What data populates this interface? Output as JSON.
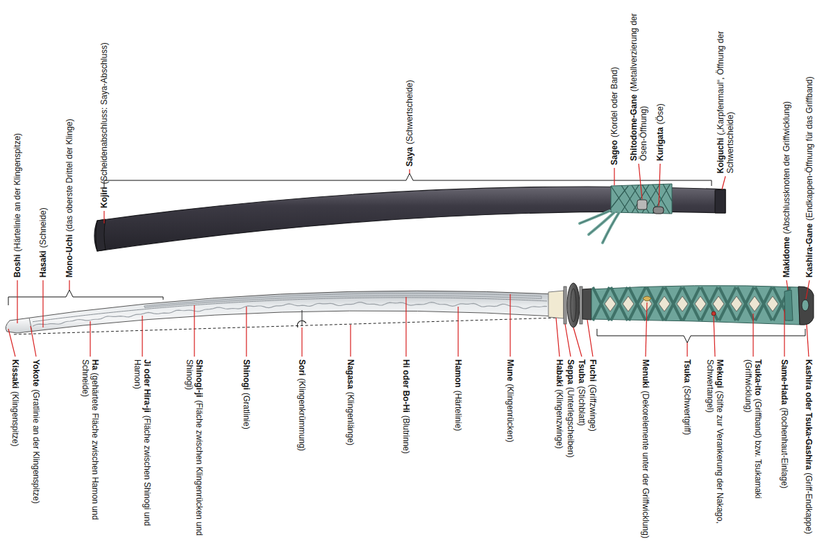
{
  "diagram": {
    "labels": [
      "Boshi",
      "(Härtelinie an der Klingenspitze)",
      "Hasaki",
      "(Schneide)",
      "Mono-Uchi",
      "(das oberste Drittel der Klinge)",
      "Kojiri",
      "(Scheidenabschluss: Saya-Abschluss)",
      "Saya",
      "(Schwertscheide)",
      "Sageo",
      "(Kordel oder Band)",
      "Shitodome-Gane",
      "(Metallverzierung der Ösen-Öffnung)",
      "Kurigata",
      "(Öse)",
      "Koiguchi",
      "(„Karpfenmaul“, Öffnung der Schwertscheide)",
      "Makidome",
      "(Abschlussknoten der Griffwicklung)",
      "Kashira-Gane",
      "(Endkappen-Öffnung für das Griffband)",
      "Kissaki",
      "(Klingenspitze)",
      "Yokote",
      "(Gratlinie an der Klingenspitze)",
      "Ha",
      "(gehärtete Fläche zwischen Hamon und Schneide)",
      "Ji oder Hira-ji",
      "(Fläche zwischen Shinogi und Hamon)",
      "Shinogi-ji",
      "(Fläche zwischen Klingenrücken und Shinogi)",
      "Shinogi",
      "(Gratlinie)",
      "Sori",
      "(Klingenkrümmung)",
      "Nagasa",
      "(Klingenlänge)",
      "Hi oder Bo-Hi",
      "(Blutrinne)",
      "Hamon",
      "(Härtelinie)",
      "Mune",
      "(Klingenrücken)",
      "Habaki",
      "(Klingenzwinge)",
      "Seppa",
      "(Unterlegscheiben)",
      "Tsuba",
      "(Stichblatt)",
      "Fuchi",
      "(Griffzwinge)",
      "Menuki",
      "(Dekorelemente unter der Griffwicklung)",
      "Tsuka",
      "(Schwertgriff)",
      "Mekugi",
      "(Stifte zur Verankerung der Nakago, Schwertangel)",
      "Tsuka-ito",
      "(Griffband) bzw. Tsukamaki (Griffwicklung)",
      "Same-Hada",
      "(Rochenhaut-Einlage)",
      "Kashira oder Tsuka-Gashira",
      "(Griff-Endkappe)"
    ]
  }
}
